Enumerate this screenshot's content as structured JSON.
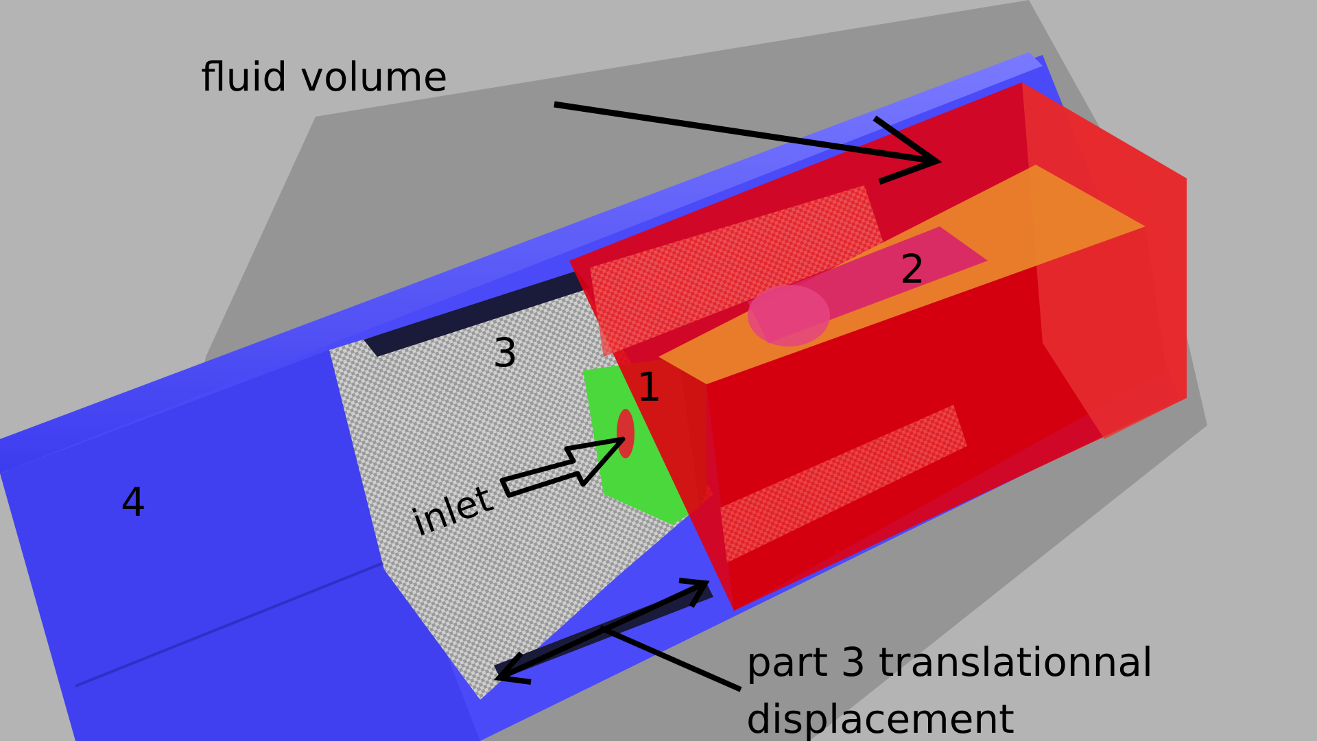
{
  "labels": {
    "fluid_volume": "fluid volume",
    "part_1": "1",
    "part_2": "2",
    "part_3": "3",
    "part_4": "4",
    "inlet": "inlet",
    "displacement_line1": "part 3 translationnal",
    "displacement_line2": "displacement"
  },
  "colors": {
    "background": "#b4b4b4",
    "shadow": "#8f8f8f",
    "blue_frame": "#4646ff",
    "red_block": "#e00010",
    "orange_slider": "#e88a2a",
    "green_part": "#49e23c",
    "mesh_part": "#c8c8c8"
  }
}
